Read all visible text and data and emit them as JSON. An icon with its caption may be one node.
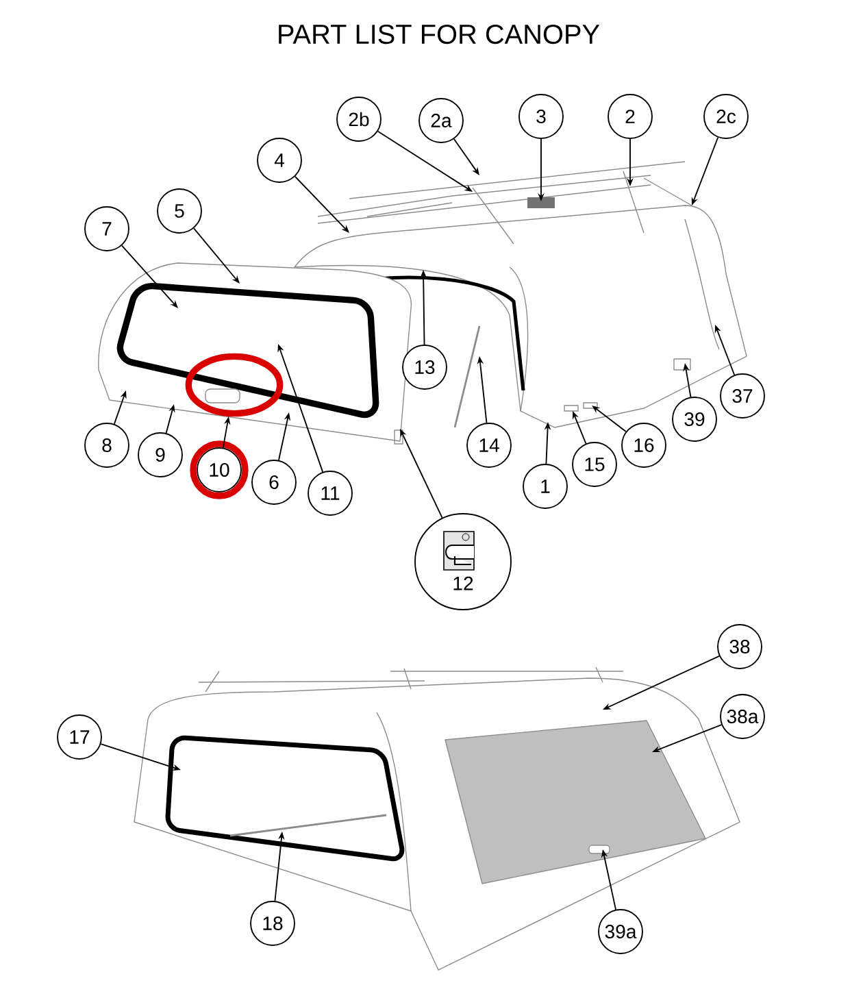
{
  "diagram": {
    "title": "PART LIST FOR CANOPY",
    "nodes": [
      {
        "text": [
          "2b"
        ]
      },
      {
        "text": [
          "2a"
        ]
      },
      {
        "text": [
          "3"
        ]
      },
      {
        "text": [
          "2"
        ]
      },
      {
        "text": [
          "2c"
        ]
      },
      {
        "text": [
          "4"
        ]
      },
      {
        "text": [
          "5"
        ]
      },
      {
        "text": [
          "7"
        ]
      },
      {
        "text": [
          "13"
        ]
      },
      {
        "text": [
          "14"
        ]
      },
      {
        "text": [
          "37"
        ]
      },
      {
        "text": [
          "39"
        ]
      },
      {
        "text": [
          "8"
        ]
      },
      {
        "text": [
          "9"
        ]
      },
      {
        "text": [
          "10"
        ]
      },
      {
        "text": [
          "6"
        ]
      },
      {
        "text": [
          "11"
        ]
      },
      {
        "text": [
          "1"
        ]
      },
      {
        "text": [
          "15"
        ]
      },
      {
        "text": [
          "16"
        ]
      },
      {
        "text": [
          "12"
        ]
      },
      {
        "text": [
          "38"
        ]
      },
      {
        "text": [
          "38a"
        ]
      },
      {
        "text": [
          "17"
        ]
      },
      {
        "text": [
          "18"
        ]
      },
      {
        "text": [
          "39a"
        ]
      },
      {
        "text": [],
        "shape": "ellipse"
      }
    ],
    "edges": [
      {
        "from": 0,
        "to": null,
        "arrow": "to"
      },
      {
        "from": 1,
        "to": null,
        "arrow": "to"
      },
      {
        "from": 2,
        "to": null,
        "arrow": "to"
      },
      {
        "from": 3,
        "to": null,
        "arrow": "to"
      },
      {
        "from": 4,
        "to": null,
        "arrow": "to"
      },
      {
        "from": 5,
        "to": null,
        "arrow": "to"
      },
      {
        "from": 6,
        "to": null,
        "arrow": "to"
      },
      {
        "from": 7,
        "to": null,
        "arrow": "to"
      },
      {
        "from": 8,
        "to": null,
        "arrow": "to"
      },
      {
        "from": 9,
        "to": null,
        "arrow": "to"
      },
      {
        "from": 10,
        "to": null,
        "arrow": "to"
      },
      {
        "from": 11,
        "to": null,
        "arrow": "to"
      },
      {
        "from": 12,
        "to": null,
        "arrow": "to"
      },
      {
        "from": 13,
        "to": null,
        "arrow": "to"
      },
      {
        "from": 14,
        "to": 26,
        "arrow": "to"
      },
      {
        "from": 15,
        "to": null,
        "arrow": "to"
      },
      {
        "from": 16,
        "to": null,
        "arrow": "to"
      },
      {
        "from": 17,
        "to": null,
        "arrow": "to"
      },
      {
        "from": 18,
        "to": null,
        "arrow": "to"
      },
      {
        "from": 19,
        "to": null,
        "arrow": "to"
      },
      {
        "from": 20,
        "to": null,
        "arrow": "to"
      },
      {
        "from": 21,
        "to": null,
        "arrow": "to"
      },
      {
        "from": 22,
        "to": null,
        "arrow": "to"
      },
      {
        "from": 23,
        "to": null,
        "arrow": "to"
      },
      {
        "from": 24,
        "to": null,
        "arrow": "to"
      },
      {
        "from": 25,
        "to": null,
        "arrow": "to"
      }
    ]
  }
}
